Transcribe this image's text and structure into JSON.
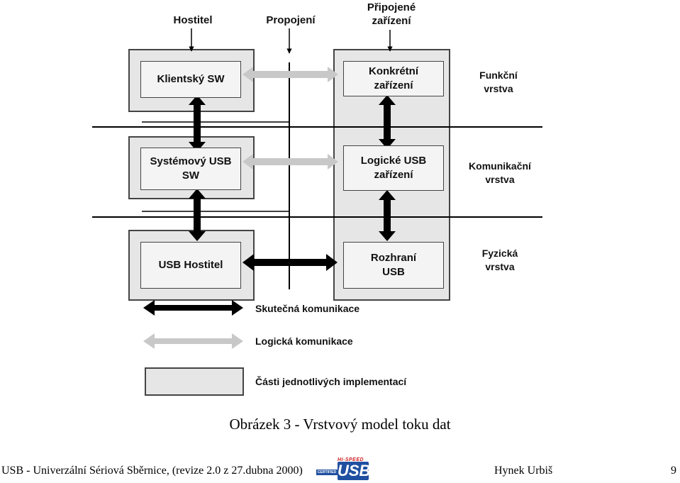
{
  "diagram": {
    "top_labels": {
      "host": "Hostitel",
      "interconnect": "Propojení",
      "device_line1": "Připojené",
      "device_line2": "zařízení"
    },
    "host_boxes": {
      "client_sw": "Klientský SW",
      "system_sw_line1": "Systémový USB",
      "system_sw_line2": "SW",
      "usb_host": "USB Hostitel"
    },
    "device_boxes": {
      "function_line1": "Konkrétní",
      "function_line2": "zařízení",
      "logical_line1": "Logické USB",
      "logical_line2": "zařízení",
      "interface_line1": "Rozhraní",
      "interface_line2": "USB"
    },
    "layers": {
      "functional_line1": "Funkční",
      "functional_line2": "vrstva",
      "communication_line1": "Komunikační",
      "communication_line2": "vrstva",
      "physical_line1": "Fyzická",
      "physical_line2": "vrstva"
    },
    "legend": {
      "real": "Skutečná komunikace",
      "logical": "Logická komunikace",
      "parts": "Části jednotlivých implementací"
    }
  },
  "caption": "Obrázek 3 - Vrstvový model toku dat",
  "footer": {
    "left": "USB - Univerzální Sériová Sběrnice, (revize 2.0 z 27.dubna 2000)",
    "logo_top": "HI-SPEED",
    "logo_side": "CERTIFIED",
    "logo_main": "USB",
    "author": "Hynek Urbiš",
    "page": "9"
  },
  "colors": {
    "real_arrow": "#000000",
    "logical_arrow": "#c8c8c8",
    "box_fill": "#e6e6e6",
    "logo_red": "#d02020",
    "logo_blue": "#1f4fa0"
  }
}
